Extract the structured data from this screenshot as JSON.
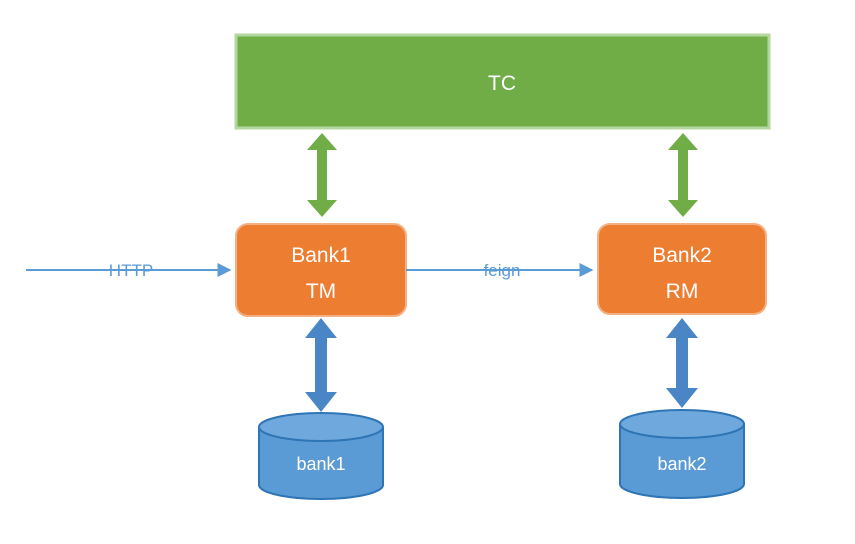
{
  "colors": {
    "tc_fill": "#70ad47",
    "tc_border": "#b4d7a0",
    "service_fill": "#ed7d31",
    "service_border": "#f4b183",
    "db_fill": "#5b9bd5",
    "db_border": "#2e75b6",
    "green_arrow": "#70ad47",
    "blue_arrow": "#4a86c5",
    "flow_arrow": "#5b9bd5",
    "node_text": "#ffffff",
    "edge_text": "#5b9bd5"
  },
  "diagram": {
    "tc": {
      "label": "TC"
    },
    "bank1_service": {
      "line1": "Bank1",
      "line2": "TM"
    },
    "bank2_service": {
      "line1": "Bank2",
      "line2": "RM"
    },
    "bank1_db": {
      "label": "bank1"
    },
    "bank2_db": {
      "label": "bank2"
    },
    "http_edge": {
      "label": "HTTP"
    },
    "feign_edge": {
      "label": "feign"
    }
  }
}
